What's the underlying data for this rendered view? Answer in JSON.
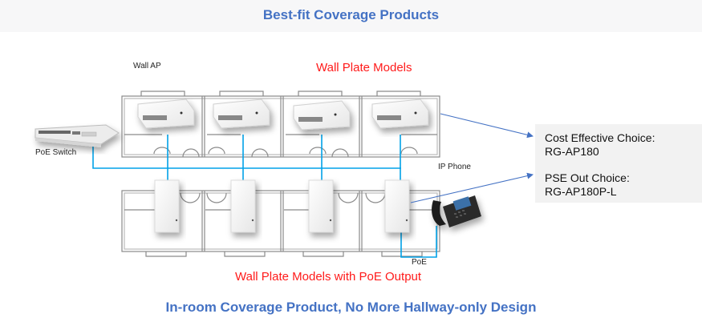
{
  "header": {
    "title": "Best-fit Coverage Products"
  },
  "footer": {
    "title": "In-room Coverage Product, No More Hallway-only Design"
  },
  "labels": {
    "wall_ap": "Wall AP",
    "poe_switch": "PoE Switch",
    "ip_phone": "IP Phone",
    "poe": "PoE",
    "wall_plate_models": "Wall Plate Models",
    "wall_plate_models_poe": "Wall Plate Models with PoE Output"
  },
  "choices": [
    {
      "title": "Cost Effective Choice:",
      "model": "RG-AP180"
    },
    {
      "title": "PSE Out  Choice:",
      "model": "RG-AP180P-L"
    }
  ],
  "colors": {
    "title_blue": "#4472c4",
    "highlight_red": "#ff1a1a",
    "cable_blue": "#00a2e8",
    "arrow_blue": "#4472c4"
  }
}
